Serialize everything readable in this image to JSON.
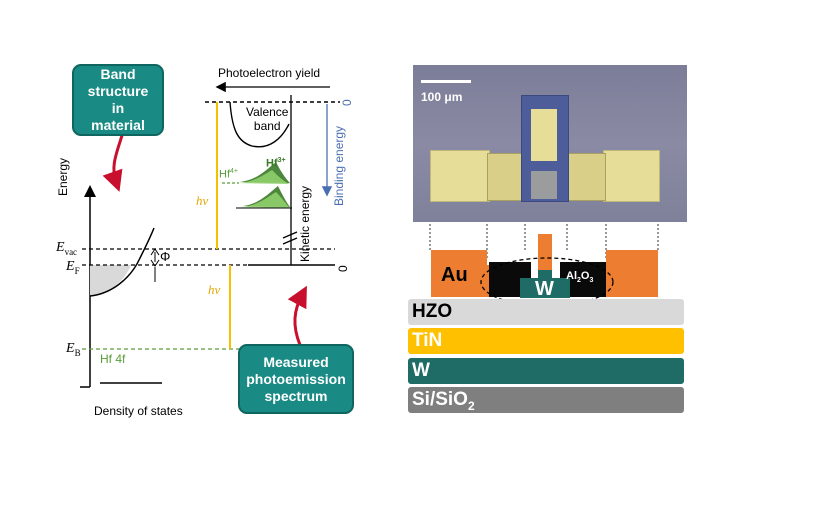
{
  "band_diagram": {
    "callout_band_structure": [
      "Band",
      "structure in",
      "material"
    ],
    "callout_measured": [
      "Measured",
      "photoemission",
      "spectrum"
    ],
    "axis_energy": "Energy",
    "axis_density": "Density of states",
    "axis_photoelectron_yield": "Photoelectron yield",
    "axis_binding_energy": "Binding energy",
    "axis_kinetic_energy": "Kinetic energy",
    "zero_top": "0",
    "zero_bottom": "0",
    "e_vac": "E",
    "e_vac_sub": "vac",
    "e_f": "E",
    "e_f_sub": "F",
    "e_b": "E",
    "e_b_sub": "B",
    "phi": "Φ",
    "hv_top": "hν",
    "hv_bottom": "hν",
    "valence_band": [
      "Valence",
      "band"
    ],
    "hf4_label": "Hf",
    "hf4_sup": "4+",
    "hf3_label": "Hf",
    "hf3_sup": "3+",
    "hf4f_label": "Hf 4f",
    "colors": {
      "teal": "#1a8a84",
      "red_arrow": "#c8102e",
      "yellow": "#f5c000",
      "green": "#5a9e3a",
      "blue": "#4a6fb0"
    }
  },
  "device": {
    "scale_bar": "100 μm",
    "au_label": "Au",
    "w_label": "W",
    "al2o3": "Al",
    "al2o3_sub": "2",
    "al2o3_tail": "O",
    "al2o3_sub2": "3",
    "layers": [
      {
        "name": "HZO",
        "color": "#d9d9d9",
        "text_color": "#000000"
      },
      {
        "name": "TiN",
        "color": "#ffc000",
        "text_color": "#ffffff"
      },
      {
        "name": "W",
        "color": "#1f6b65",
        "text_color": "#ffffff"
      }
    ],
    "substrate": "Si/SiO",
    "substrate_sub": "2",
    "colors": {
      "au": "#ed7d31",
      "hzo": "#d9d9d9",
      "tin": "#ffc000",
      "w": "#1f6b65",
      "substrate": "#7f7f7f"
    }
  }
}
